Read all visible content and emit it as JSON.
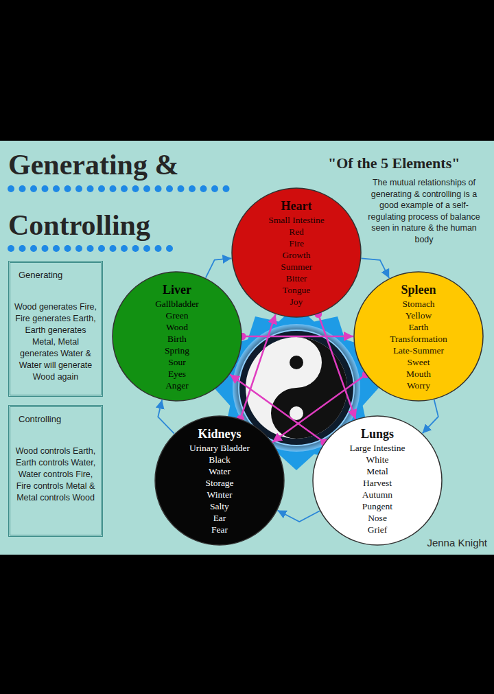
{
  "diagram": {
    "title": "Generating & Controlling",
    "nodes": [
      {
        "text": [
          "Heart",
          "Small Intestine",
          "Red",
          "Fire",
          "Growth",
          "Summer",
          "Bitter",
          "Tongue",
          "Joy"
        ]
      },
      {
        "text": [
          "Liver",
          "Gallbladder",
          "Green",
          "Wood",
          "Birth",
          "Spring",
          "Sour",
          "Eyes",
          "Anger"
        ]
      },
      {
        "text": [
          "Spleen",
          "Stomach",
          "Yellow",
          "Earth",
          "Transformation",
          "Late-Summer",
          "Sweet",
          "Mouth",
          "Worry"
        ]
      },
      {
        "text": [
          "Kidneys",
          "Urinary Bladder",
          "Black",
          "Water",
          "Storage",
          "Winter",
          "Salty",
          "Ear",
          "Fear"
        ]
      },
      {
        "text": [
          "Lungs",
          "Large Intestine",
          "White",
          "Metal",
          "Harvest",
          "Autumn",
          "Pungent",
          "Nose",
          "Grief"
        ]
      },
      {
        "text": [
          "Generating",
          "Wood generates Fire, Fire generates Earth, Earth generates Metal, Metal generates Water & Water will generate Wood again"
        ]
      },
      {
        "text": [
          "Controlling",
          "Wood controls Earth, Earth controls Water, Water controls Fire, Fire controls Metal & Metal controls Wood"
        ]
      }
    ],
    "edges": [
      {
        "from": 1,
        "to": 0,
        "arrow": "to"
      },
      {
        "from": 0,
        "to": 2,
        "arrow": "to"
      },
      {
        "from": 2,
        "to": 4,
        "arrow": "to"
      },
      {
        "from": 4,
        "to": 3,
        "arrow": "to"
      },
      {
        "from": 3,
        "to": 1,
        "arrow": "to"
      },
      {
        "from": 1,
        "to": 2,
        "arrow": "to"
      },
      {
        "from": 2,
        "to": 3,
        "arrow": "to"
      },
      {
        "from": 3,
        "to": 0,
        "arrow": "to"
      },
      {
        "from": 0,
        "to": 4,
        "arrow": "to"
      },
      {
        "from": 4,
        "to": 1,
        "arrow": "to"
      }
    ],
    "labels": [
      "\"Of the 5 Elements\"",
      "The mutual relationships of generating & controlling is a good example of a self-regulating process of balance seen in nature & the human body",
      "Jenna Knight"
    ]
  }
}
